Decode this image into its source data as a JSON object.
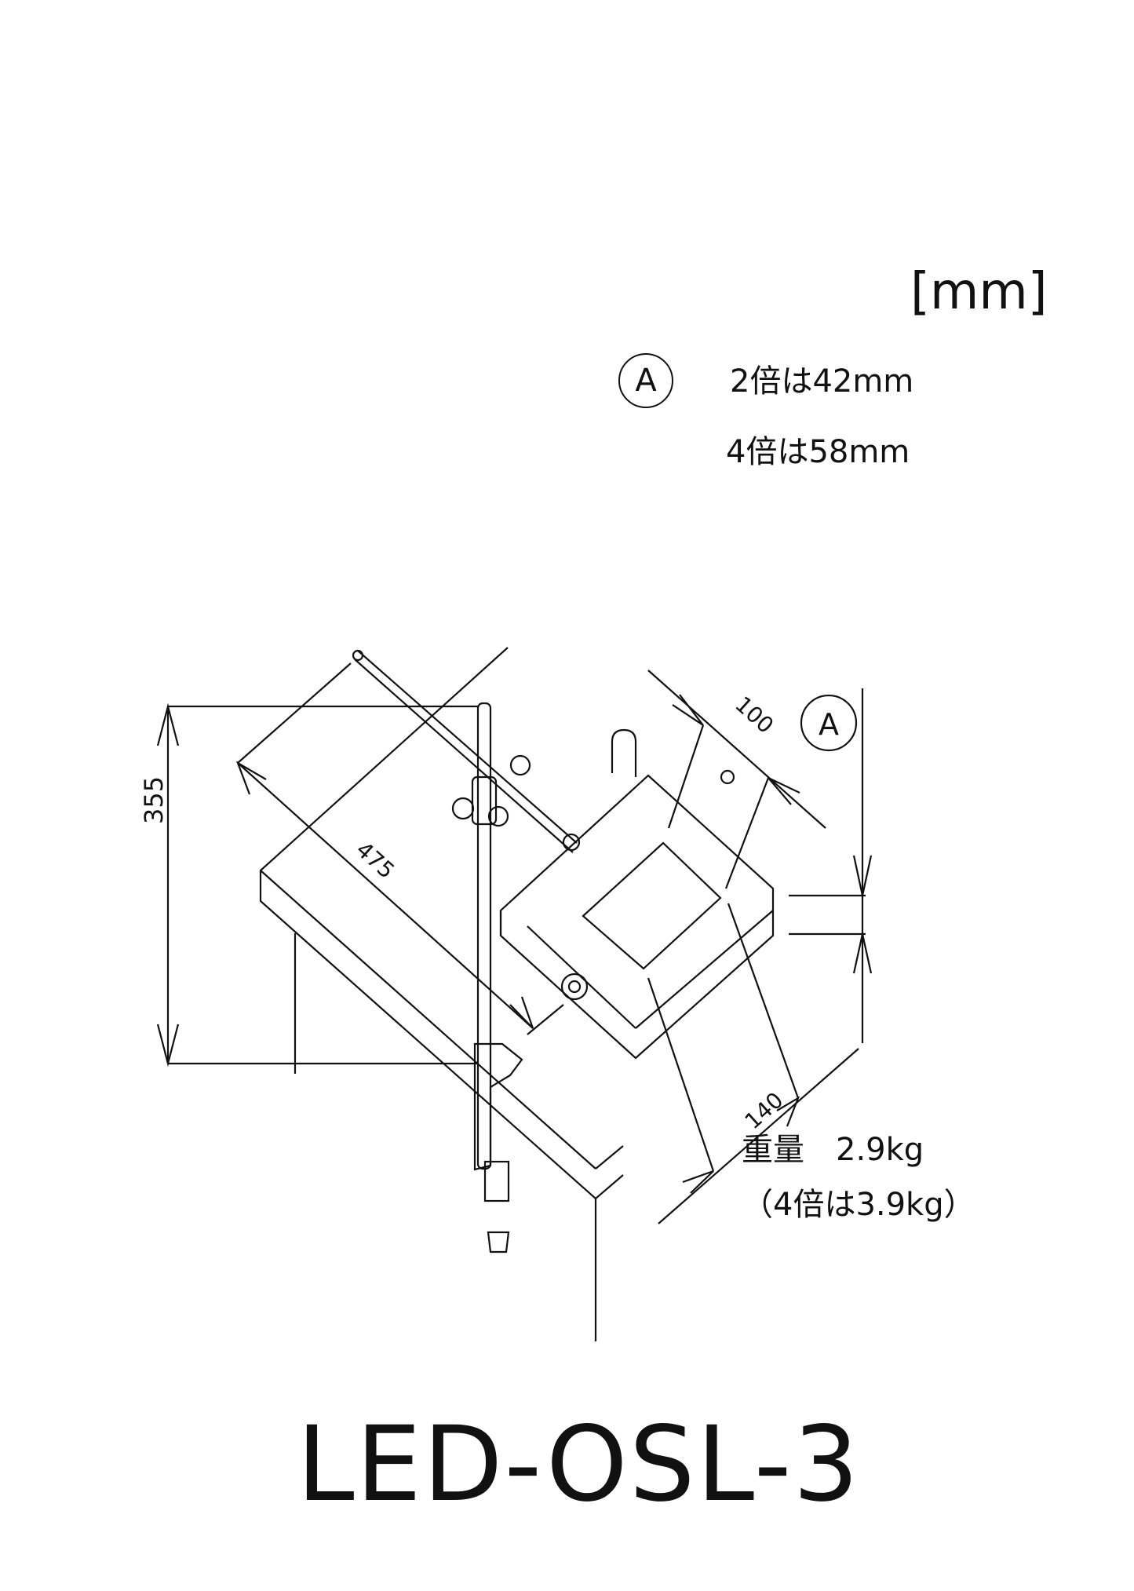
{
  "unit_label": "[mm]",
  "note": {
    "marker": "A",
    "lines": [
      "2倍は42mm",
      "4倍は58mm"
    ]
  },
  "dimensions": {
    "height": "355",
    "reach": "475",
    "head_depth": "100",
    "head_width": "140",
    "marker": "A"
  },
  "weight": {
    "line1": "重量　2.9kg",
    "line2": "（4倍は3.9kg）"
  },
  "model": "LED-OSL-3"
}
